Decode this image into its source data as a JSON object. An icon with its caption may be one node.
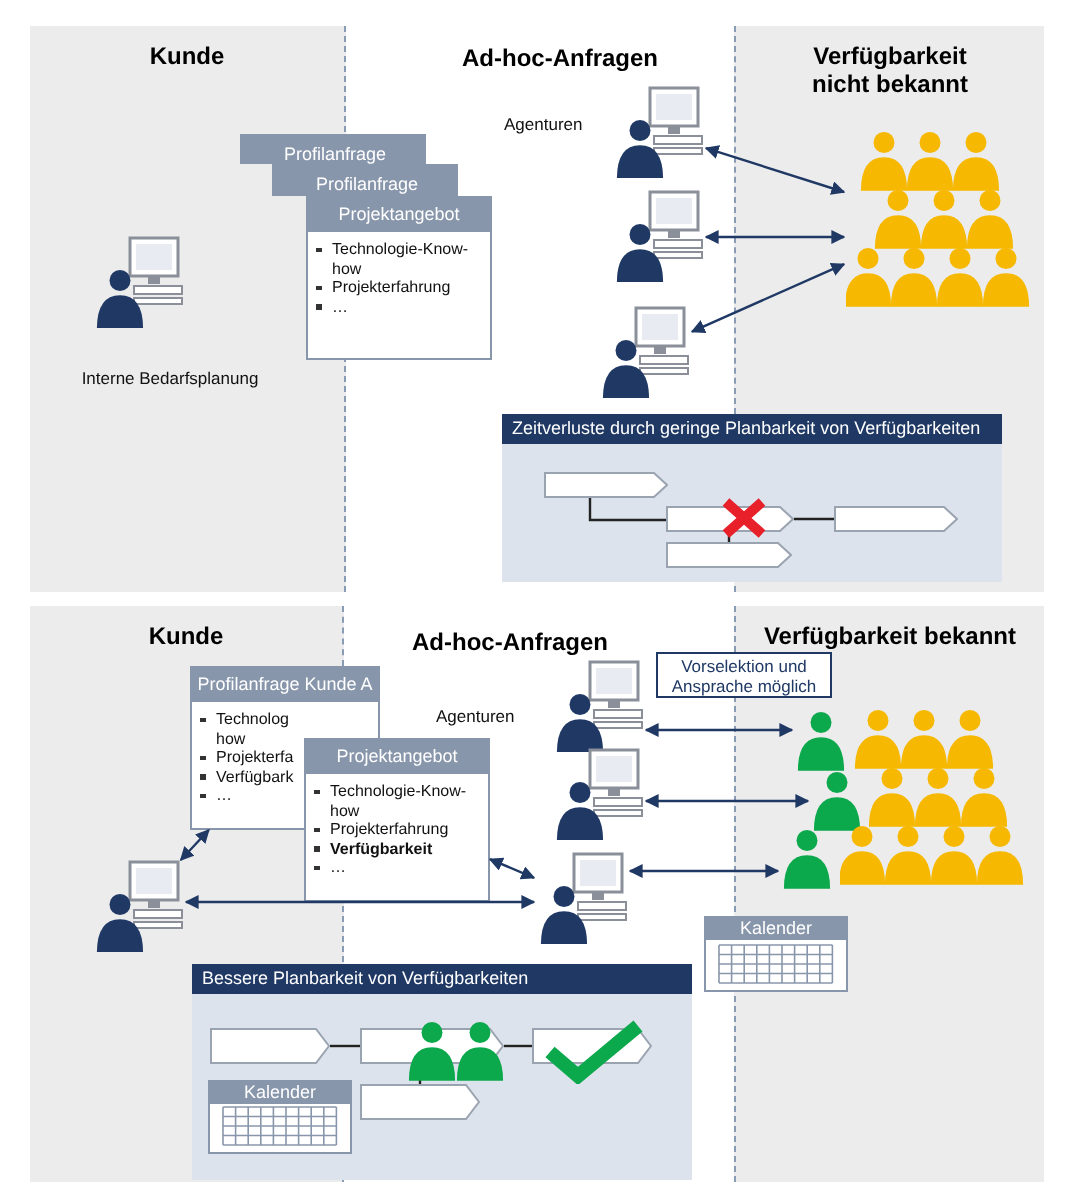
{
  "diagram": {
    "nodes": [
      {
        "text": [
          "Kunde"
        ]
      },
      {
        "text": [
          "Verfügbarkeit nicht bekannt"
        ]
      },
      {
        "text": [
          "Profilanfrage"
        ]
      },
      {
        "text": [
          "Profilanfrage"
        ]
      },
      {
        "text": [
          "Projektangebot",
          "Technologie-Know-how",
          "Projekterfahrung",
          "…"
        ]
      },
      {
        "text": [],
        "shape": "person",
        "in": 0
      },
      {
        "text": [],
        "shape": "person"
      },
      {
        "text": [],
        "shape": "person"
      },
      {
        "text": [],
        "shape": "person"
      },
      {
        "text": [],
        "shape": "person",
        "in": 1
      },
      {
        "text": [
          "Zeitverluste durch geringe Planbarkeit von Verfügbarkeiten"
        ]
      },
      {
        "text": [],
        "shape": "box",
        "in": 10
      },
      {
        "text": [],
        "shape": "box",
        "in": 10
      },
      {
        "text": [],
        "shape": "box",
        "in": 10
      },
      {
        "text": [],
        "shape": "box",
        "in": 10
      },
      {
        "text": [
          "Kunde"
        ]
      },
      {
        "text": [
          "Verfügbarkeit bekannt"
        ]
      },
      {
        "text": [
          "Profilanfrage Kunde A",
          "Technolog how",
          "Projekterfa",
          "Verfügbark",
          "…"
        ]
      },
      {
        "text": [
          "Projektangebot",
          "Technologie-Know-how",
          "Projekterfahrung",
          "Verfügbarkeit",
          "…"
        ]
      },
      {
        "text": [],
        "shape": "person"
      },
      {
        "text": [
          "Vorselektion und Ansprache möglich"
        ]
      },
      {
        "text": [],
        "shape": "person"
      },
      {
        "text": [],
        "shape": "person"
      },
      {
        "text": [],
        "shape": "person"
      },
      {
        "text": [],
        "shape": "person",
        "in": 16
      },
      {
        "text": [],
        "shape": "person",
        "in": 16
      },
      {
        "text": [],
        "shape": "person",
        "in": 16
      },
      {
        "text": [
          "Kalender"
        ]
      },
      {
        "text": [
          "Bessere Planbarkeit von Verfügbarkeiten"
        ]
      },
      {
        "text": [],
        "shape": "box",
        "in": 28
      },
      {
        "text": [],
        "shape": "box",
        "in": 28
      },
      {
        "text": [],
        "shape": "box",
        "in": 28
      },
      {
        "text": [],
        "shape": "box",
        "in": 28
      },
      {
        "text": [
          "Kalender"
        ],
        "in": 28
      }
    ],
    "edges": [
      {
        "from": 6,
        "to": 9,
        "arrow": "both"
      },
      {
        "from": 7,
        "to": 9,
        "arrow": "both"
      },
      {
        "from": 8,
        "to": 9,
        "arrow": "both"
      },
      {
        "from": 11,
        "to": 12,
        "arrow": "none"
      },
      {
        "from": 12,
        "to": 13,
        "arrow": "none"
      },
      {
        "from": 12,
        "to": 14,
        "arrow": "none"
      },
      {
        "from": 19,
        "to": 17,
        "arrow": "both"
      },
      {
        "from": 19,
        "to": 23,
        "arrow": "both"
      },
      {
        "from": 18,
        "to": 23,
        "arrow": "both"
      },
      {
        "from": 21,
        "to": 24,
        "arrow": "both"
      },
      {
        "from": 22,
        "to": 25,
        "arrow": "both"
      },
      {
        "from": 23,
        "to": 26,
        "arrow": "both"
      },
      {
        "from": 29,
        "to": 30,
        "arrow": "none"
      },
      {
        "from": 30,
        "to": 31,
        "arrow": "none"
      },
      {
        "from": 30,
        "to": 32,
        "arrow": "none"
      }
    ],
    "labels": [
      "Ad-hoc-Anfragen",
      "Agenturen",
      "Interne Bedarfsplanung",
      "Ad-hoc-Anfragen",
      "Agenturen"
    ]
  }
}
